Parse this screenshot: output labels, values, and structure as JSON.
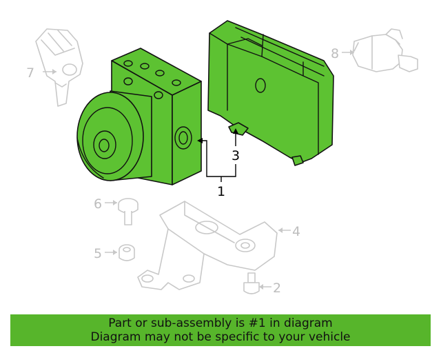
{
  "callouts": {
    "c1": "1",
    "c2": "2",
    "c3": "3",
    "c4": "4",
    "c5": "5",
    "c6": "6",
    "c7": "7",
    "c8": "8"
  },
  "banner": {
    "line1": "Part or sub-assembly is #1 in diagram",
    "line2": "Diagram may not be specific to your vehicle"
  },
  "colors": {
    "highlight": "#5dc232",
    "banner": "#57b52b",
    "ghost": "#c8c8c8"
  }
}
